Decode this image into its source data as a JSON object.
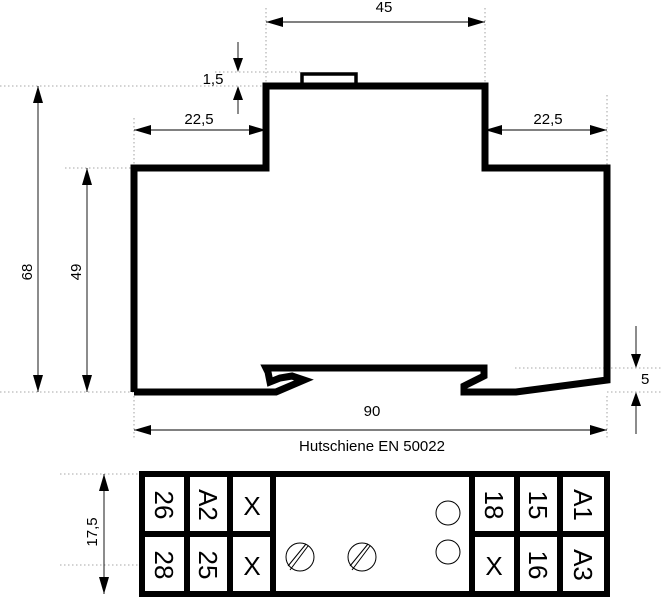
{
  "dimensions": {
    "top_width": "45",
    "clip_height": "1,5",
    "left_step": "22,5",
    "right_step": "22,5",
    "total_height": "68",
    "body_height": "49",
    "rail_offset": "5",
    "total_width": "90"
  },
  "rail_label": "Hutschiene EN 50022",
  "terminals": {
    "left_top": [
      "26",
      "A2",
      "X"
    ],
    "left_bottom": [
      "28",
      "25",
      "X"
    ],
    "right_top": [
      "18",
      "15",
      "A1"
    ],
    "right_bottom": [
      "X",
      "16",
      "A3"
    ]
  },
  "terminal_block_height": "17,5",
  "colors": {
    "line": "#000000",
    "extension_line": "#8a8a8a",
    "background": "#ffffff"
  }
}
